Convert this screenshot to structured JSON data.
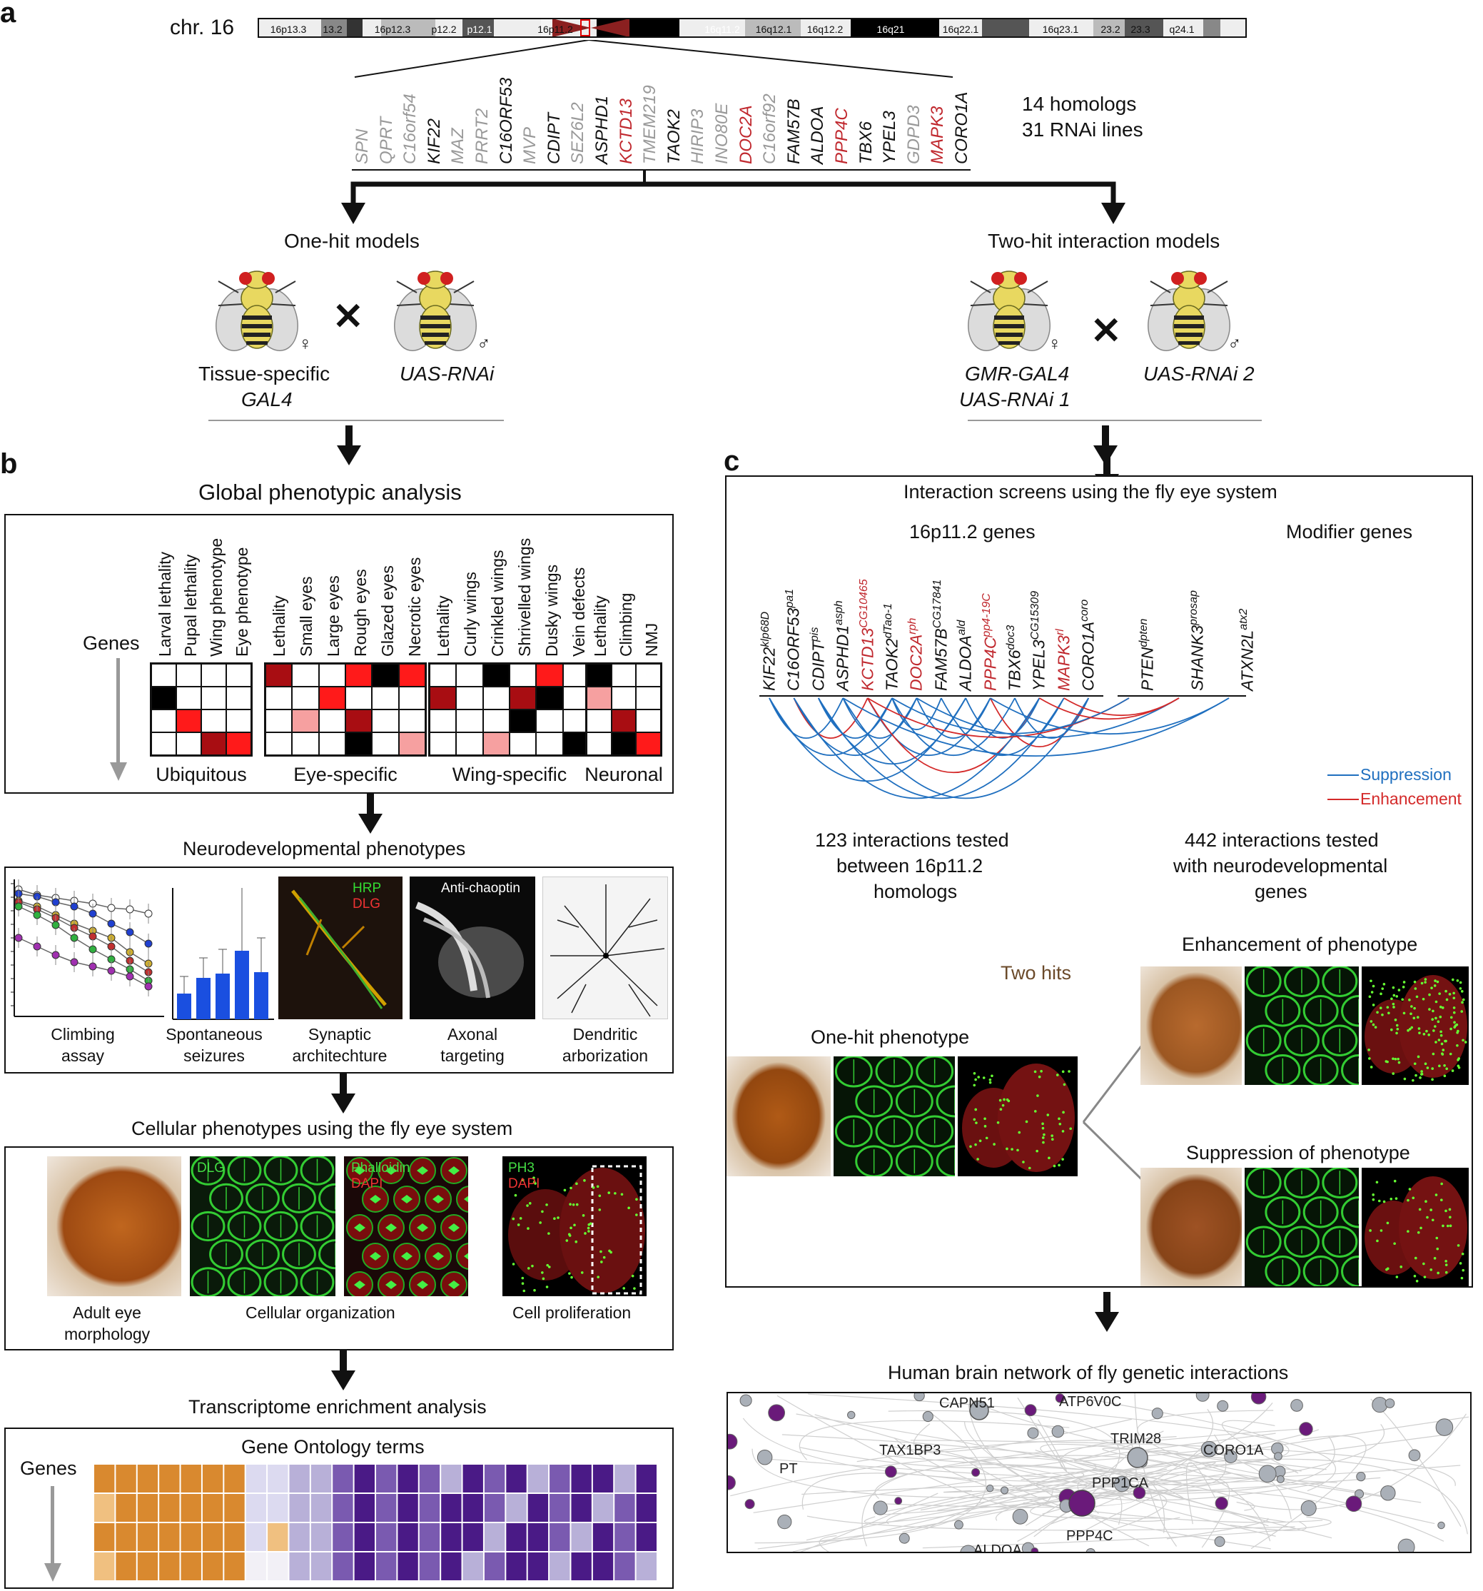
{
  "panel_a": {
    "letter": "a",
    "chr_label": "chr. 16",
    "bands": [
      "16p13.3",
      "13.2",
      "16p12.3",
      "p12.2",
      "p12.1",
      "16p11.2",
      "16q11.2",
      "16q12.1",
      "16q12.2",
      "16q21",
      "16q22.1",
      "16q23.1",
      "23.2",
      "23.3",
      "q24.1"
    ],
    "genes": [
      {
        "name": "SPN",
        "color": "grey"
      },
      {
        "name": "QPRT",
        "color": "grey"
      },
      {
        "name": "C16orf54",
        "color": "grey"
      },
      {
        "name": "KIF22",
        "color": "black"
      },
      {
        "name": "MAZ",
        "color": "grey"
      },
      {
        "name": "PRRT2",
        "color": "grey"
      },
      {
        "name": "C16ORF53",
        "color": "black"
      },
      {
        "name": "MVP",
        "color": "grey"
      },
      {
        "name": "CDIPT",
        "color": "black"
      },
      {
        "name": "SEZ6L2",
        "color": "grey"
      },
      {
        "name": "ASPHD1",
        "color": "black"
      },
      {
        "name": "KCTD13",
        "color": "red"
      },
      {
        "name": "TMEM219",
        "color": "grey"
      },
      {
        "name": "TAOK2",
        "color": "black"
      },
      {
        "name": "HIRIP3",
        "color": "grey"
      },
      {
        "name": "INO80E",
        "color": "grey"
      },
      {
        "name": "DOC2A",
        "color": "red"
      },
      {
        "name": "C16orf92",
        "color": "grey"
      },
      {
        "name": "FAM57B",
        "color": "black"
      },
      {
        "name": "ALDOA",
        "color": "black"
      },
      {
        "name": "PPP4C",
        "color": "red"
      },
      {
        "name": "TBX6",
        "color": "black"
      },
      {
        "name": "YPEL3",
        "color": "black"
      },
      {
        "name": "GDPD3",
        "color": "grey"
      },
      {
        "name": "MAPK3",
        "color": "red"
      },
      {
        "name": "CORO1A",
        "color": "black"
      }
    ],
    "homologs_text": "14 homologs",
    "rnai_text": "31 RNAi lines",
    "one_hit_title": "One-hit models",
    "two_hit_title": "Two-hit interaction models",
    "female_sym": "♀",
    "male_sym": "♂",
    "cross_sym": "✕",
    "tissue_specific": "Tissue-specific",
    "gal4": "GAL4",
    "uas_rnai": "UAS-RNAi",
    "gmr_gal4": "GMR-GAL4",
    "uas_rnai_1": "UAS-RNAi 1",
    "uas_rnai_2": "UAS-RNAi 2"
  },
  "panel_b": {
    "letter": "b",
    "global_title": "Global phenotypic analysis",
    "genes_label": "Genes",
    "groups": [
      {
        "name": "Ubiquitous",
        "cols": [
          "Larval lethality",
          "Pupal lethality",
          "Wing phenotype",
          "Eye phenotype"
        ],
        "cells": [
          [
            "w",
            "w",
            "w",
            "w"
          ],
          [
            "k",
            "w",
            "w",
            "w"
          ],
          [
            "w",
            "r",
            "w",
            "w"
          ],
          [
            "w",
            "w",
            "d",
            "r"
          ]
        ]
      },
      {
        "name": "Eye-specific",
        "cols": [
          "Lethality",
          "Small eyes",
          "Large eyes",
          "Rough eyes",
          "Glazed eyes",
          "Necrotic eyes"
        ],
        "cells": [
          [
            "d",
            "w",
            "w",
            "r",
            "k",
            "r"
          ],
          [
            "w",
            "w",
            "r",
            "w",
            "w",
            "w"
          ],
          [
            "w",
            "p",
            "w",
            "d",
            "w",
            "w"
          ],
          [
            "w",
            "w",
            "w",
            "k",
            "w",
            "p"
          ]
        ]
      },
      {
        "name": "Wing-specific",
        "cols": [
          "Lethality",
          "Curly wings",
          "Crinkled wings",
          "Shrivelled wings",
          "Dusky wings",
          "Vein defects"
        ],
        "cells": [
          [
            "w",
            "w",
            "k",
            "w",
            "r",
            "w"
          ],
          [
            "d",
            "w",
            "w",
            "d",
            "k",
            "w"
          ],
          [
            "w",
            "w",
            "w",
            "k",
            "w",
            "w"
          ],
          [
            "w",
            "w",
            "p",
            "w",
            "w",
            "k"
          ]
        ]
      },
      {
        "name": "Neuronal",
        "cols": [
          "Lethality",
          "Climbing",
          "NMJ"
        ],
        "cells": [
          [
            "k",
            "w",
            "w"
          ],
          [
            "p",
            "w",
            "w"
          ],
          [
            "w",
            "d",
            "w"
          ],
          [
            "w",
            "k",
            "r"
          ]
        ]
      }
    ],
    "neuro_title": "Neurodevelopmental phenotypes",
    "neuro_panels": [
      {
        "l1": "Climbing",
        "l2": "assay"
      },
      {
        "l1": "Spontaneous",
        "l2": "seizures"
      },
      {
        "l1": "Synaptic",
        "l2": "architechture"
      },
      {
        "l1": "Axonal",
        "l2": "targeting"
      },
      {
        "l1": "Dendritic",
        "l2": "arborization"
      }
    ],
    "hrp": "HRP",
    "dlg": "DLG",
    "anti_chaoptin": "Anti-chaoptin",
    "cellular_title": "Cellular phenotypes using the fly eye system",
    "cellular_panels": [
      {
        "l1": "Adult eye",
        "l2": "morphology"
      },
      {
        "l1": "Cellular organization",
        "l2": ""
      },
      {
        "l1": "Cell proliferation",
        "l2": ""
      }
    ],
    "dlg_img": "DLG",
    "phalloidin": "Phalloidin",
    "dapi": "DAPI",
    "ph3": "PH3",
    "transcriptome_title": "Transcriptome enrichment analysis",
    "go_title": "Gene Ontology terms",
    "genes_label2": "Genes",
    "go_colors": {
      "orange_dark": "#c4681a",
      "orange_mid": "#d9892f",
      "orange_light": "#f0c080",
      "purple_dark": "#4a1a86",
      "purple_mid": "#7a5ab0",
      "purple_light": "#b8b0d8",
      "purple_pale": "#dcdaf0"
    }
  },
  "panel_c": {
    "letter": "c",
    "title": "Interaction screens using the fly eye system",
    "genes_header": "16p11.2 genes",
    "modifier_header": "Modifier genes",
    "fly_genes": [
      {
        "name": "KIF22",
        "sup": "klp68D",
        "color": "black"
      },
      {
        "name": "C16ORF53",
        "sup": "pa1",
        "color": "black"
      },
      {
        "name": "CDIPT",
        "sup": "pis",
        "color": "black"
      },
      {
        "name": "ASPHD1",
        "sup": "asph",
        "color": "black"
      },
      {
        "name": "KCTD13",
        "sup": "CG10465",
        "color": "red"
      },
      {
        "name": "TAOK2",
        "sup": "dTao-1",
        "color": "black"
      },
      {
        "name": "DOC2A",
        "sup": "rph",
        "color": "red"
      },
      {
        "name": "FAM57B",
        "sup": "CG17841",
        "color": "black"
      },
      {
        "name": "ALDOA",
        "sup": "ald",
        "color": "black"
      },
      {
        "name": "PPP4C",
        "sup": "pp4-19C",
        "color": "red"
      },
      {
        "name": "TBX6",
        "sup": "doc3",
        "color": "black"
      },
      {
        "name": "YPEL3",
        "sup": "CG15309",
        "color": "black"
      },
      {
        "name": "MAPK3",
        "sup": "rl",
        "color": "red"
      },
      {
        "name": "CORO1A",
        "sup": "coro",
        "color": "black"
      }
    ],
    "modifiers": [
      {
        "name": "PTEN",
        "sup": "dpten",
        "color": "black"
      },
      {
        "name": "SHANK3",
        "sup": "prosap",
        "color": "black"
      },
      {
        "name": "ATXN2L",
        "sup": "atx2",
        "color": "black"
      }
    ],
    "legend": [
      {
        "label": "Suppression",
        "color": "#1f6fbf"
      },
      {
        "label": "Enhancement",
        "color": "#d42a2a"
      }
    ],
    "tested1": [
      "123 interactions tested",
      "between 16p11.2",
      "homologs"
    ],
    "tested2": [
      "442 interactions tested",
      "with neurodevelopmental",
      "genes"
    ],
    "two_hits": "Two hits",
    "one_hit_phenotype": "One-hit phenotype",
    "enhancement": "Enhancement of phenotype",
    "suppression": "Suppression of phenotype",
    "network_title": "Human brain network of fly genetic interactions",
    "network_labels": [
      "CAPN51",
      "ATP6V0C",
      "TAX1BP3",
      "TRIM28",
      "CORO1A",
      "PPP1CA",
      "ALDOA",
      "PPP4C",
      "PT"
    ]
  }
}
